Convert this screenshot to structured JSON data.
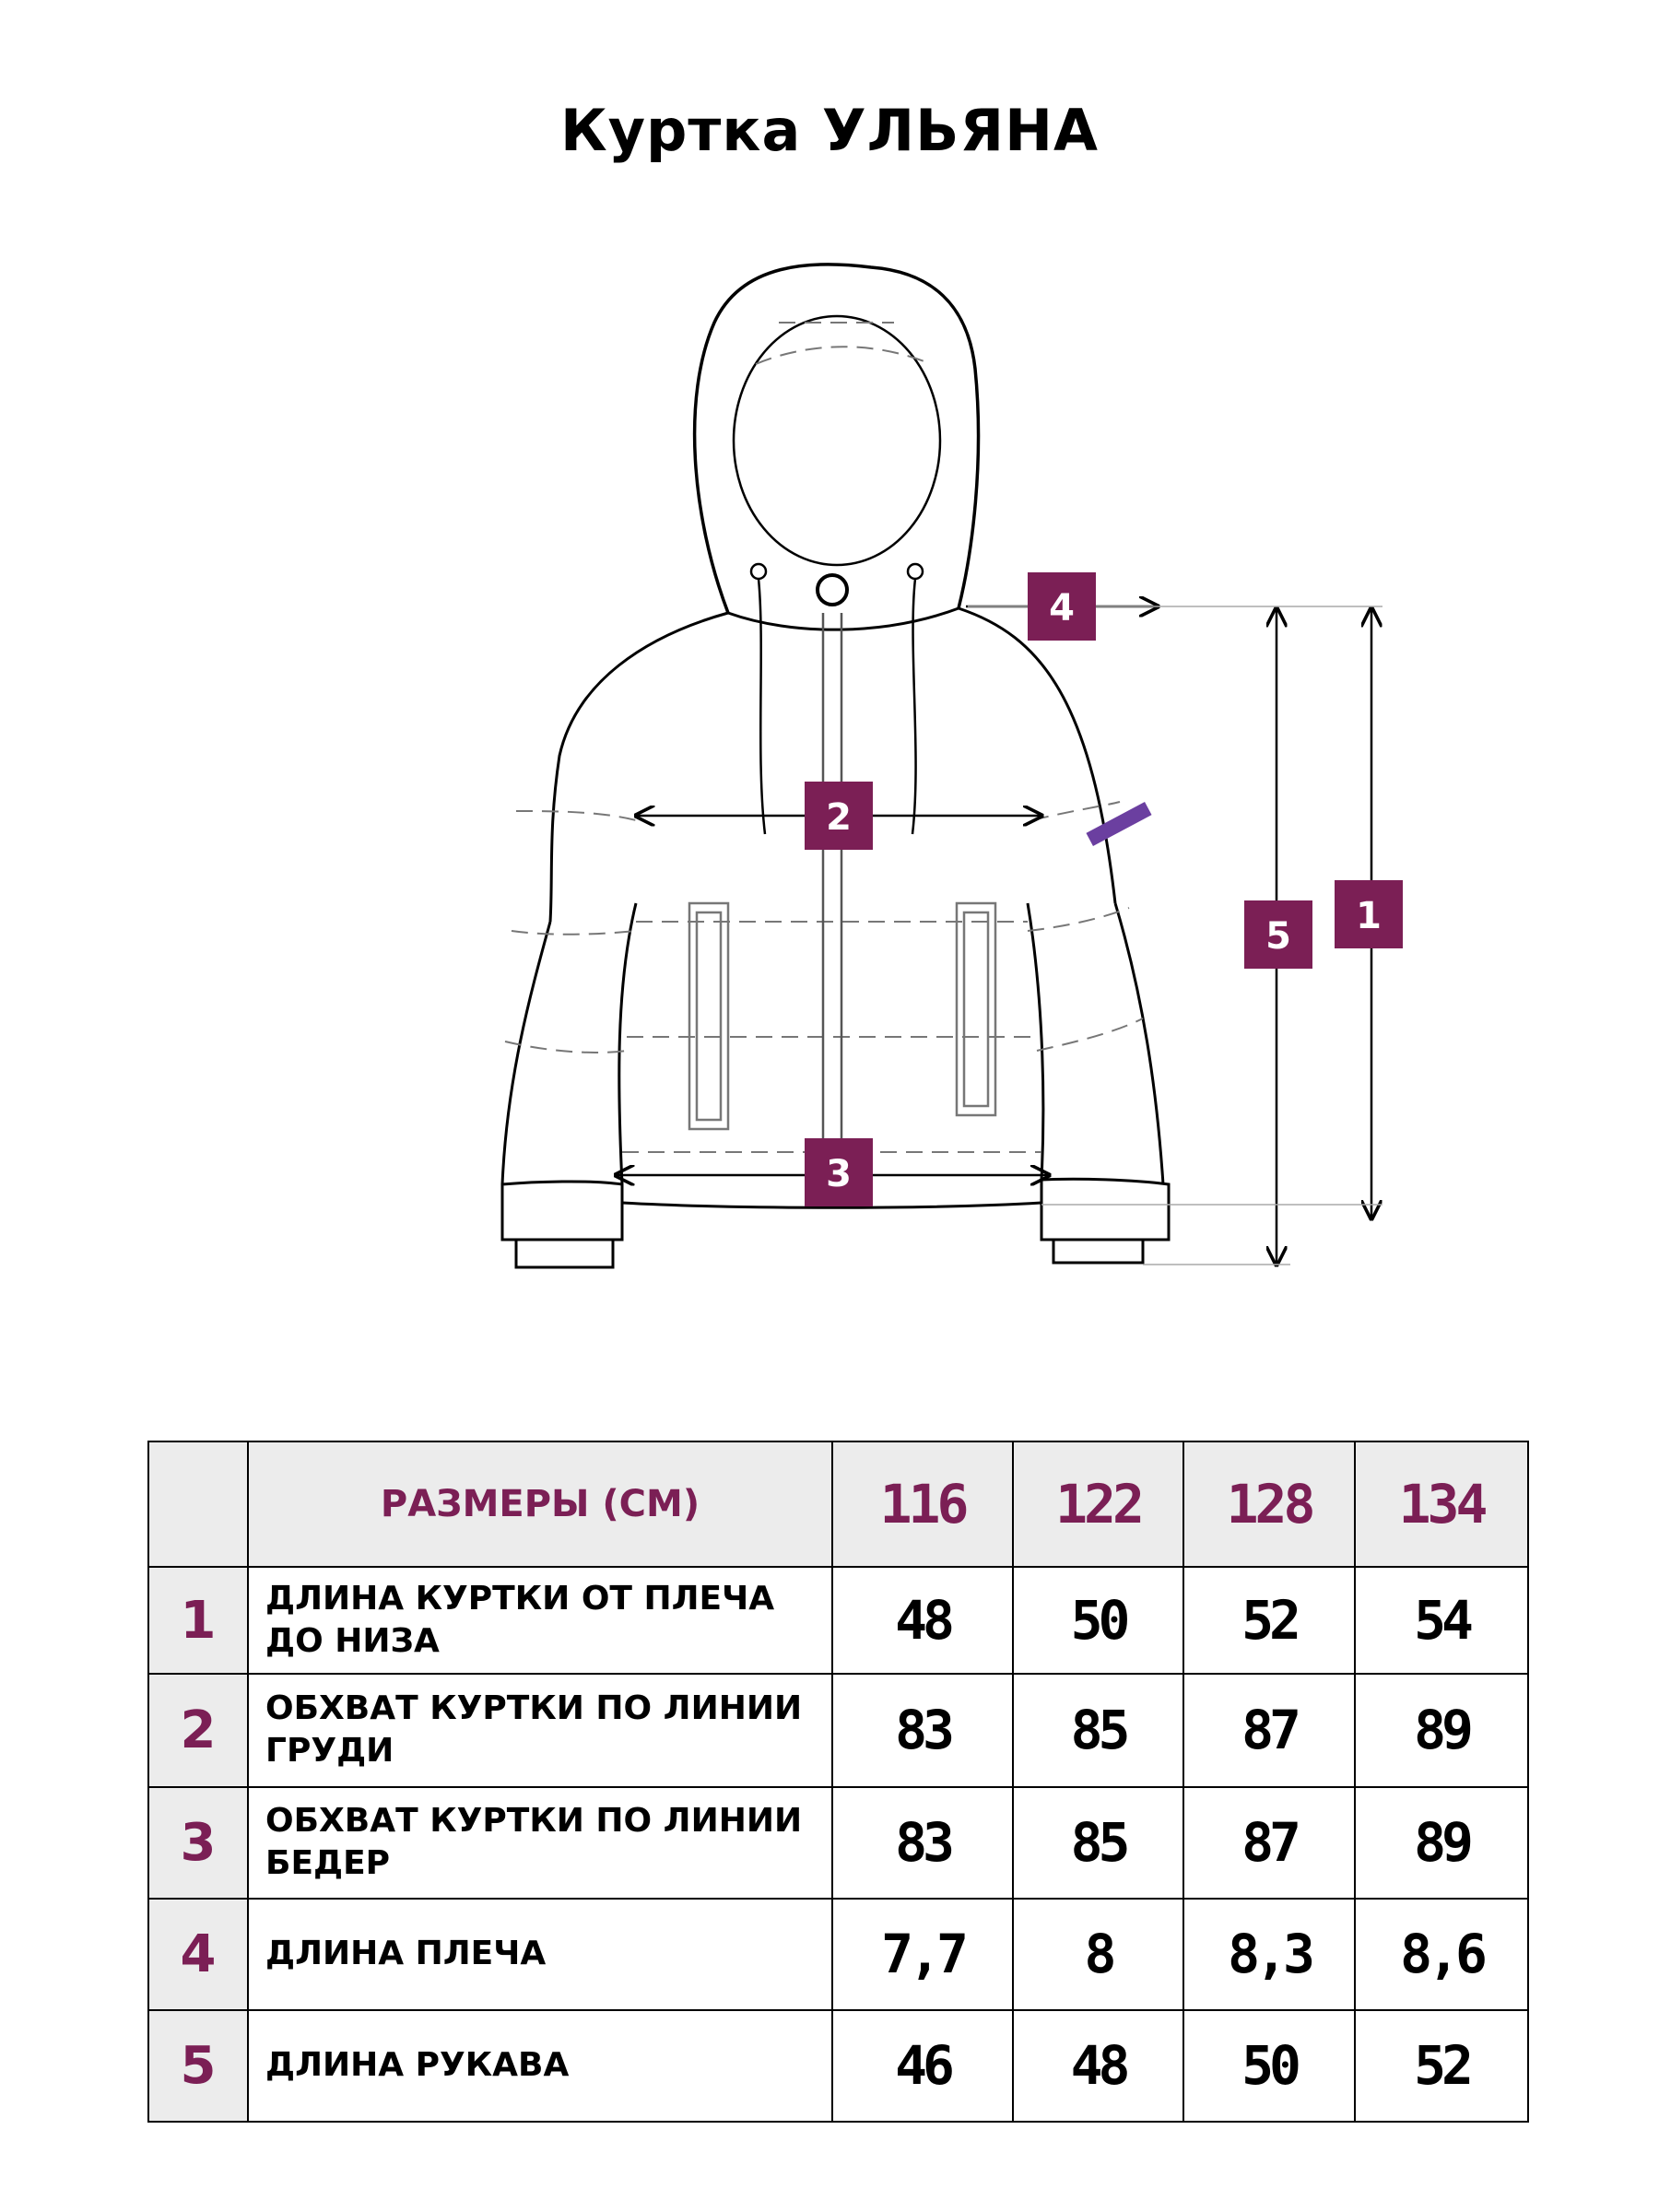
{
  "title": "Куртка УЛЬЯНА",
  "diagram": {
    "badges": [
      "4",
      "2",
      "5",
      "1",
      "3"
    ],
    "accent_color": "#7b1f55"
  },
  "table": {
    "header_label": "РАЗМЕРЫ (СМ)",
    "sizes": [
      "116",
      "122",
      "128",
      "134"
    ],
    "rows": [
      {
        "num": "1",
        "label": "ДЛИНА КУРТКИ ОТ ПЛЕЧА ДО НИЗА",
        "values": [
          "48",
          "50",
          "52",
          "54"
        ]
      },
      {
        "num": "2",
        "label": "ОБХВАТ КУРТКИ ПО ЛИНИИ ГРУДИ",
        "values": [
          "83",
          "85",
          "87",
          "89"
        ]
      },
      {
        "num": "3",
        "label": "ОБХВАТ КУРТКИ ПО ЛИНИИ БЕДЕР",
        "values": [
          "83",
          "85",
          "87",
          "89"
        ]
      },
      {
        "num": "4",
        "label": "ДЛИНА ПЛЕЧА",
        "values": [
          "7,7",
          "8",
          "8,3",
          "8,6"
        ]
      },
      {
        "num": "5",
        "label": "ДЛИНА РУКАВА",
        "values": [
          "46",
          "48",
          "50",
          "52"
        ]
      }
    ]
  }
}
